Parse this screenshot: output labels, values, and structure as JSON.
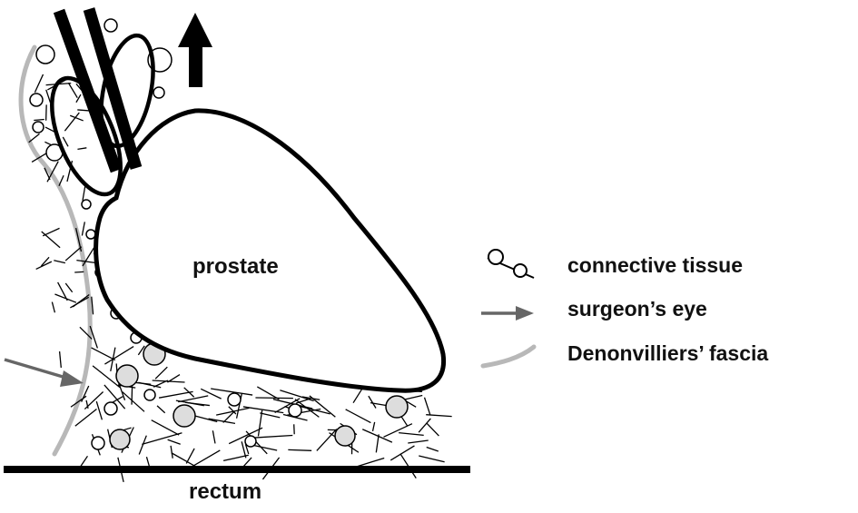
{
  "labels": {
    "prostate": "prostate",
    "rectum": "rectum"
  },
  "legend": {
    "connective_tissue": "connective tissue",
    "surgeons_eye": "surgeon’s eye",
    "denonvilliers_fascia": "Denonvilliers’ fascia"
  },
  "colors": {
    "outline": "#000000",
    "fascia": "#b8b8b8",
    "arrow_eye": "#666666",
    "tissue_fill": "#dddddd"
  }
}
